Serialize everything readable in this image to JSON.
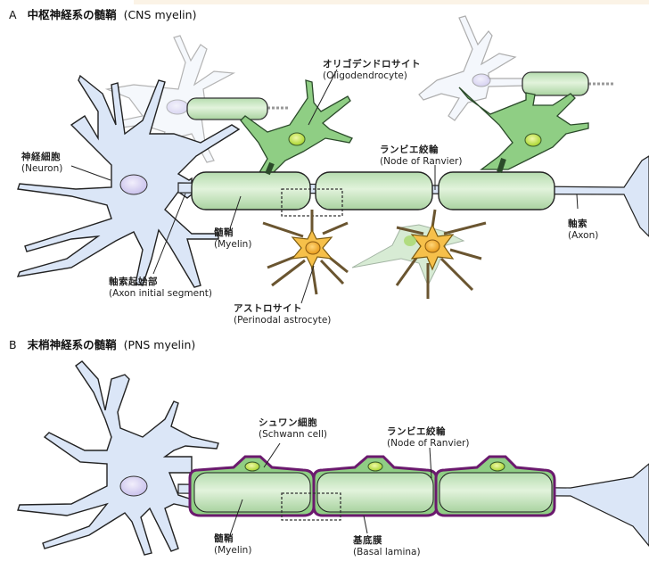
{
  "panels": [
    {
      "letter": "A",
      "title_jp": "中枢神経系の髄鞘",
      "title_en": "(CNS myelin)",
      "labels": {
        "oligodendrocyte": {
          "jp": "オリゴデンドロサイト",
          "en": "(Oligodendrocyte)"
        },
        "neuron": {
          "jp": "神経細胞",
          "en": "(Neuron)"
        },
        "node": {
          "jp": "ランビエ絞輪",
          "en": "(Node of Ranvier)"
        },
        "myelin": {
          "jp": "髄鞘",
          "en": "(Myelin)"
        },
        "axon": {
          "jp": "軸索",
          "en": "(Axon)"
        },
        "ais": {
          "jp": "軸索起始部",
          "en": "(Axon initial segment)"
        },
        "astrocyte": {
          "jp": "アストロサイト",
          "en": "(Perinodal astrocyte)"
        }
      }
    },
    {
      "letter": "B",
      "title_jp": "末梢神経系の髄鞘",
      "title_en": "(PNS myelin)",
      "labels": {
        "schwann": {
          "jp": "シュワン細胞",
          "en": "(Schwann cell)"
        },
        "node": {
          "jp": "ランビエ絞輪",
          "en": "(Node of Ranvier)"
        },
        "myelin": {
          "jp": "髄鞘",
          "en": "(Myelin)"
        },
        "basal": {
          "jp": "基底膜",
          "en": "(Basal lamina)"
        }
      }
    }
  ],
  "colors": {
    "neuron_fill": "#dbe6f7",
    "myelin_fill": "#c6e8c0",
    "oligo_fill": "#8fce84",
    "astro_fill": "#f6c04a",
    "basal_lamina": "#6b1a6e",
    "nucleus_neuron": "#d8d2f2",
    "nucleus_glia": "#c8e64a"
  }
}
